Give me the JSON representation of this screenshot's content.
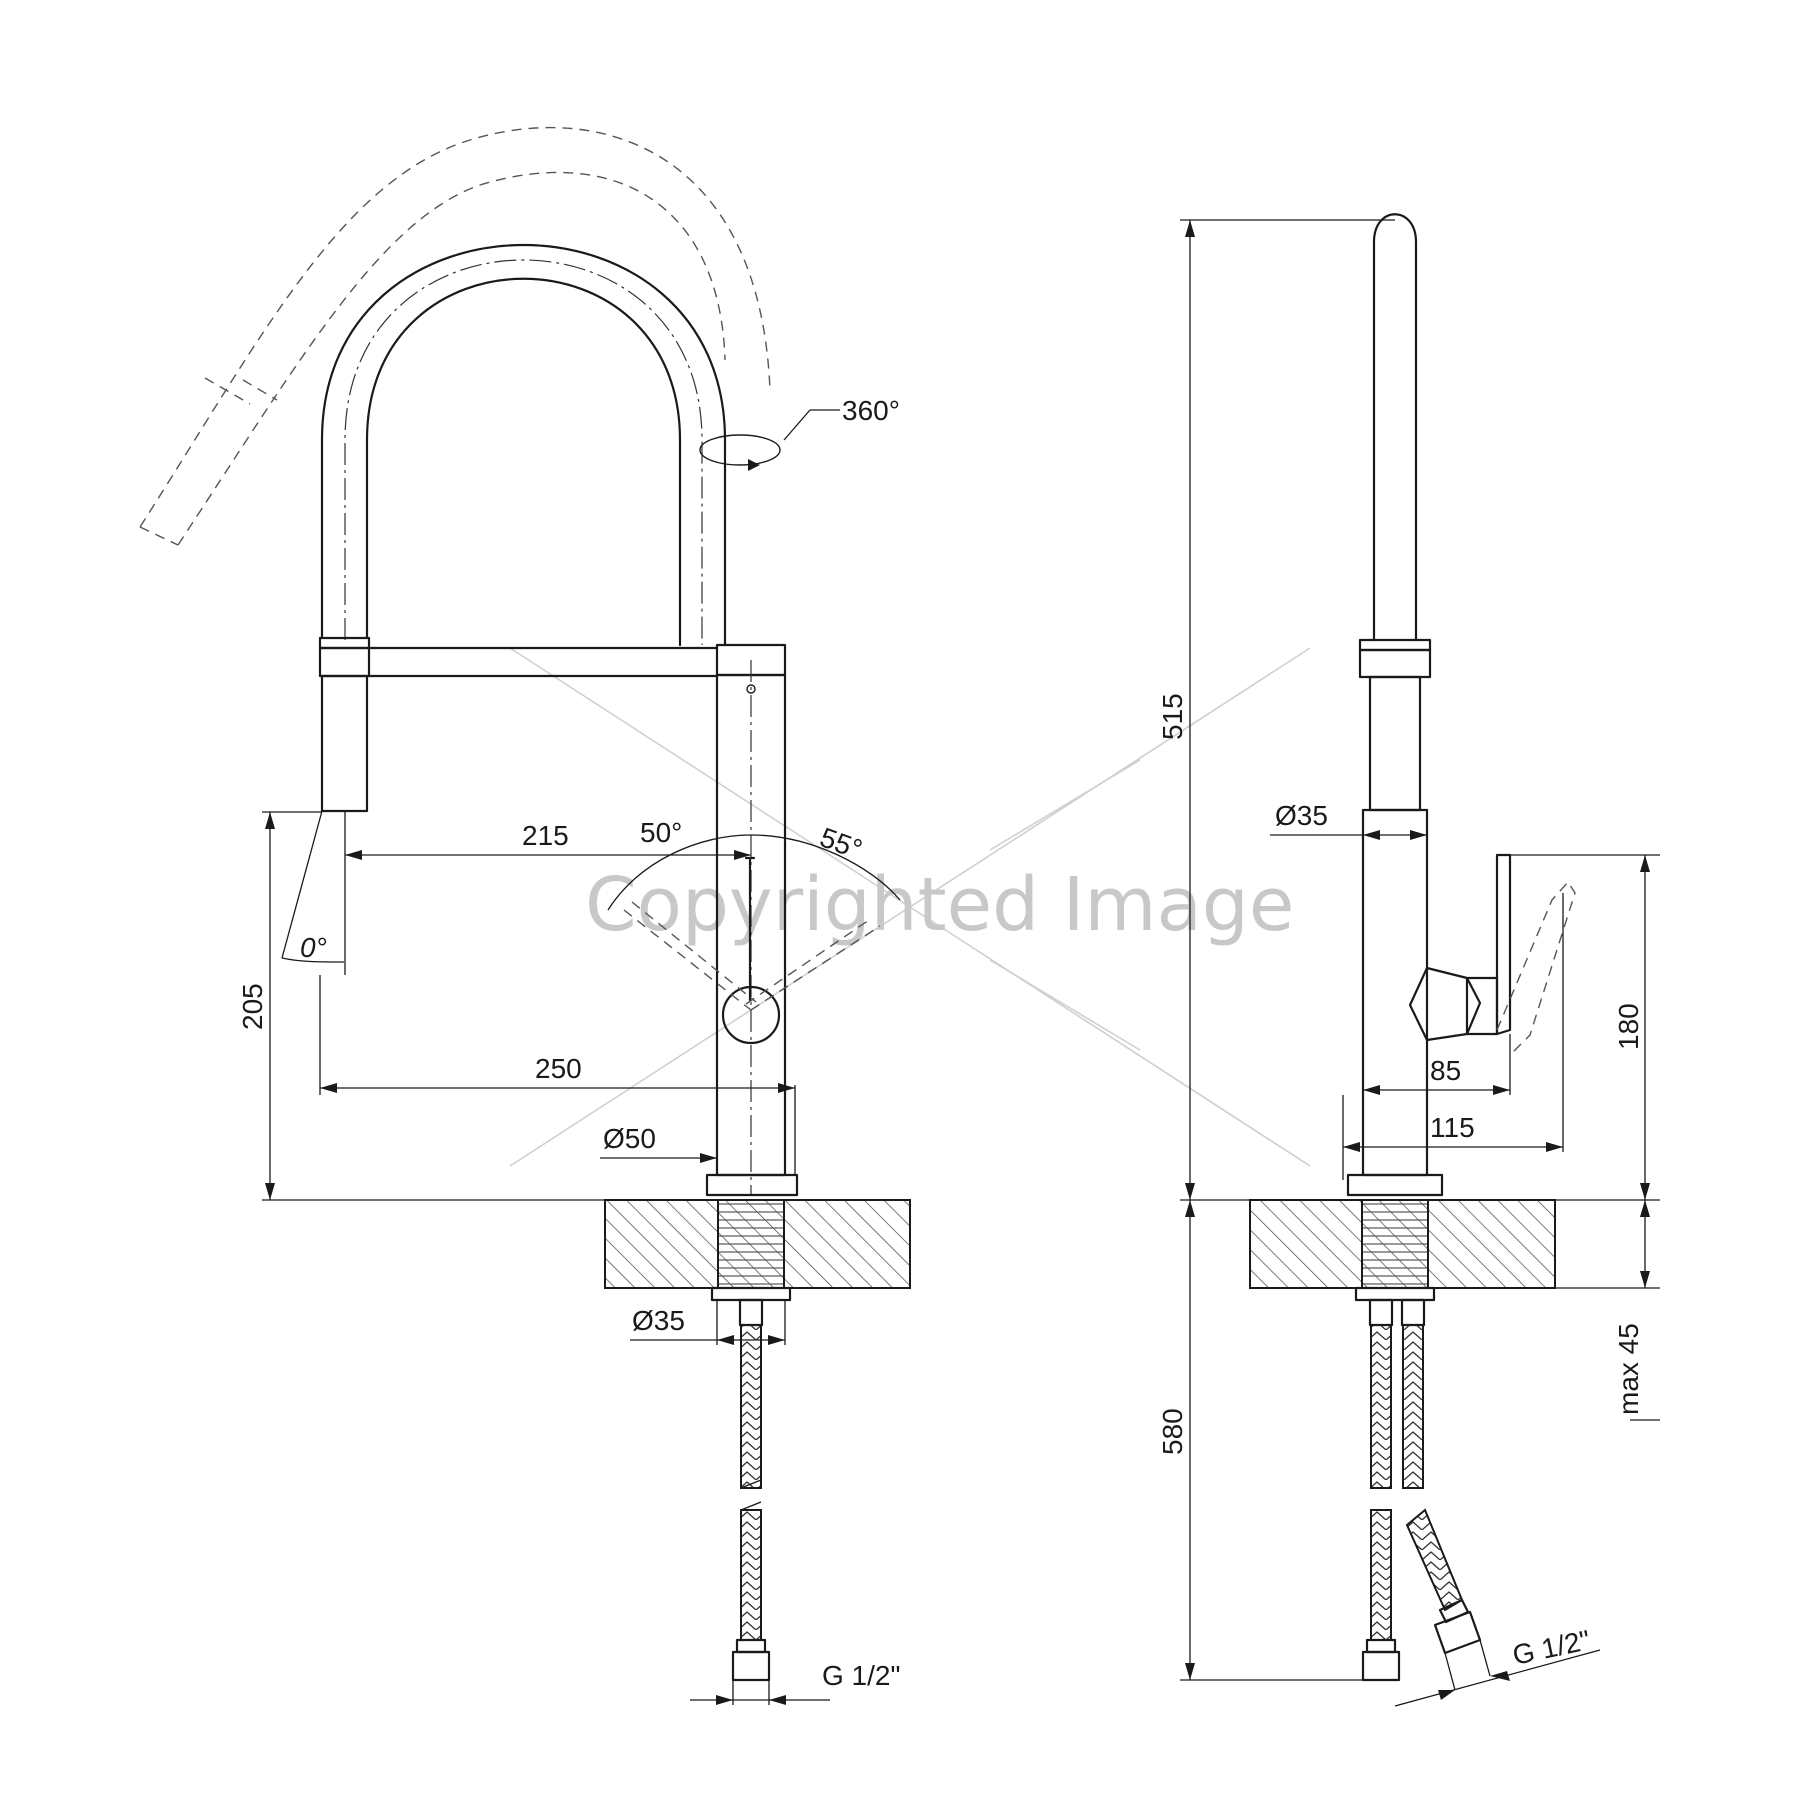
{
  "watermark": "Copyrighted Image",
  "front_view": {
    "rotation_label": "360°",
    "reach_upper_label": "215",
    "reach_lower_label": "250",
    "spout_height_label": "205",
    "lever_left_angle_label": "50°",
    "lever_right_angle_label": "55°",
    "spray_angle_label": "0°",
    "body_diameter_label": "Ø50",
    "shank_diameter_label": "Ø35",
    "connection_label": "G 1/2\""
  },
  "side_view": {
    "total_height_label": "515",
    "spout_diameter_label": "Ø35",
    "lever_height_label": "180",
    "lever_reach_label": "85",
    "lever_max_reach_label": "115",
    "hose_length_label": "580",
    "deck_thickness_label": "max 45",
    "connection_label": "G 1/2\""
  }
}
